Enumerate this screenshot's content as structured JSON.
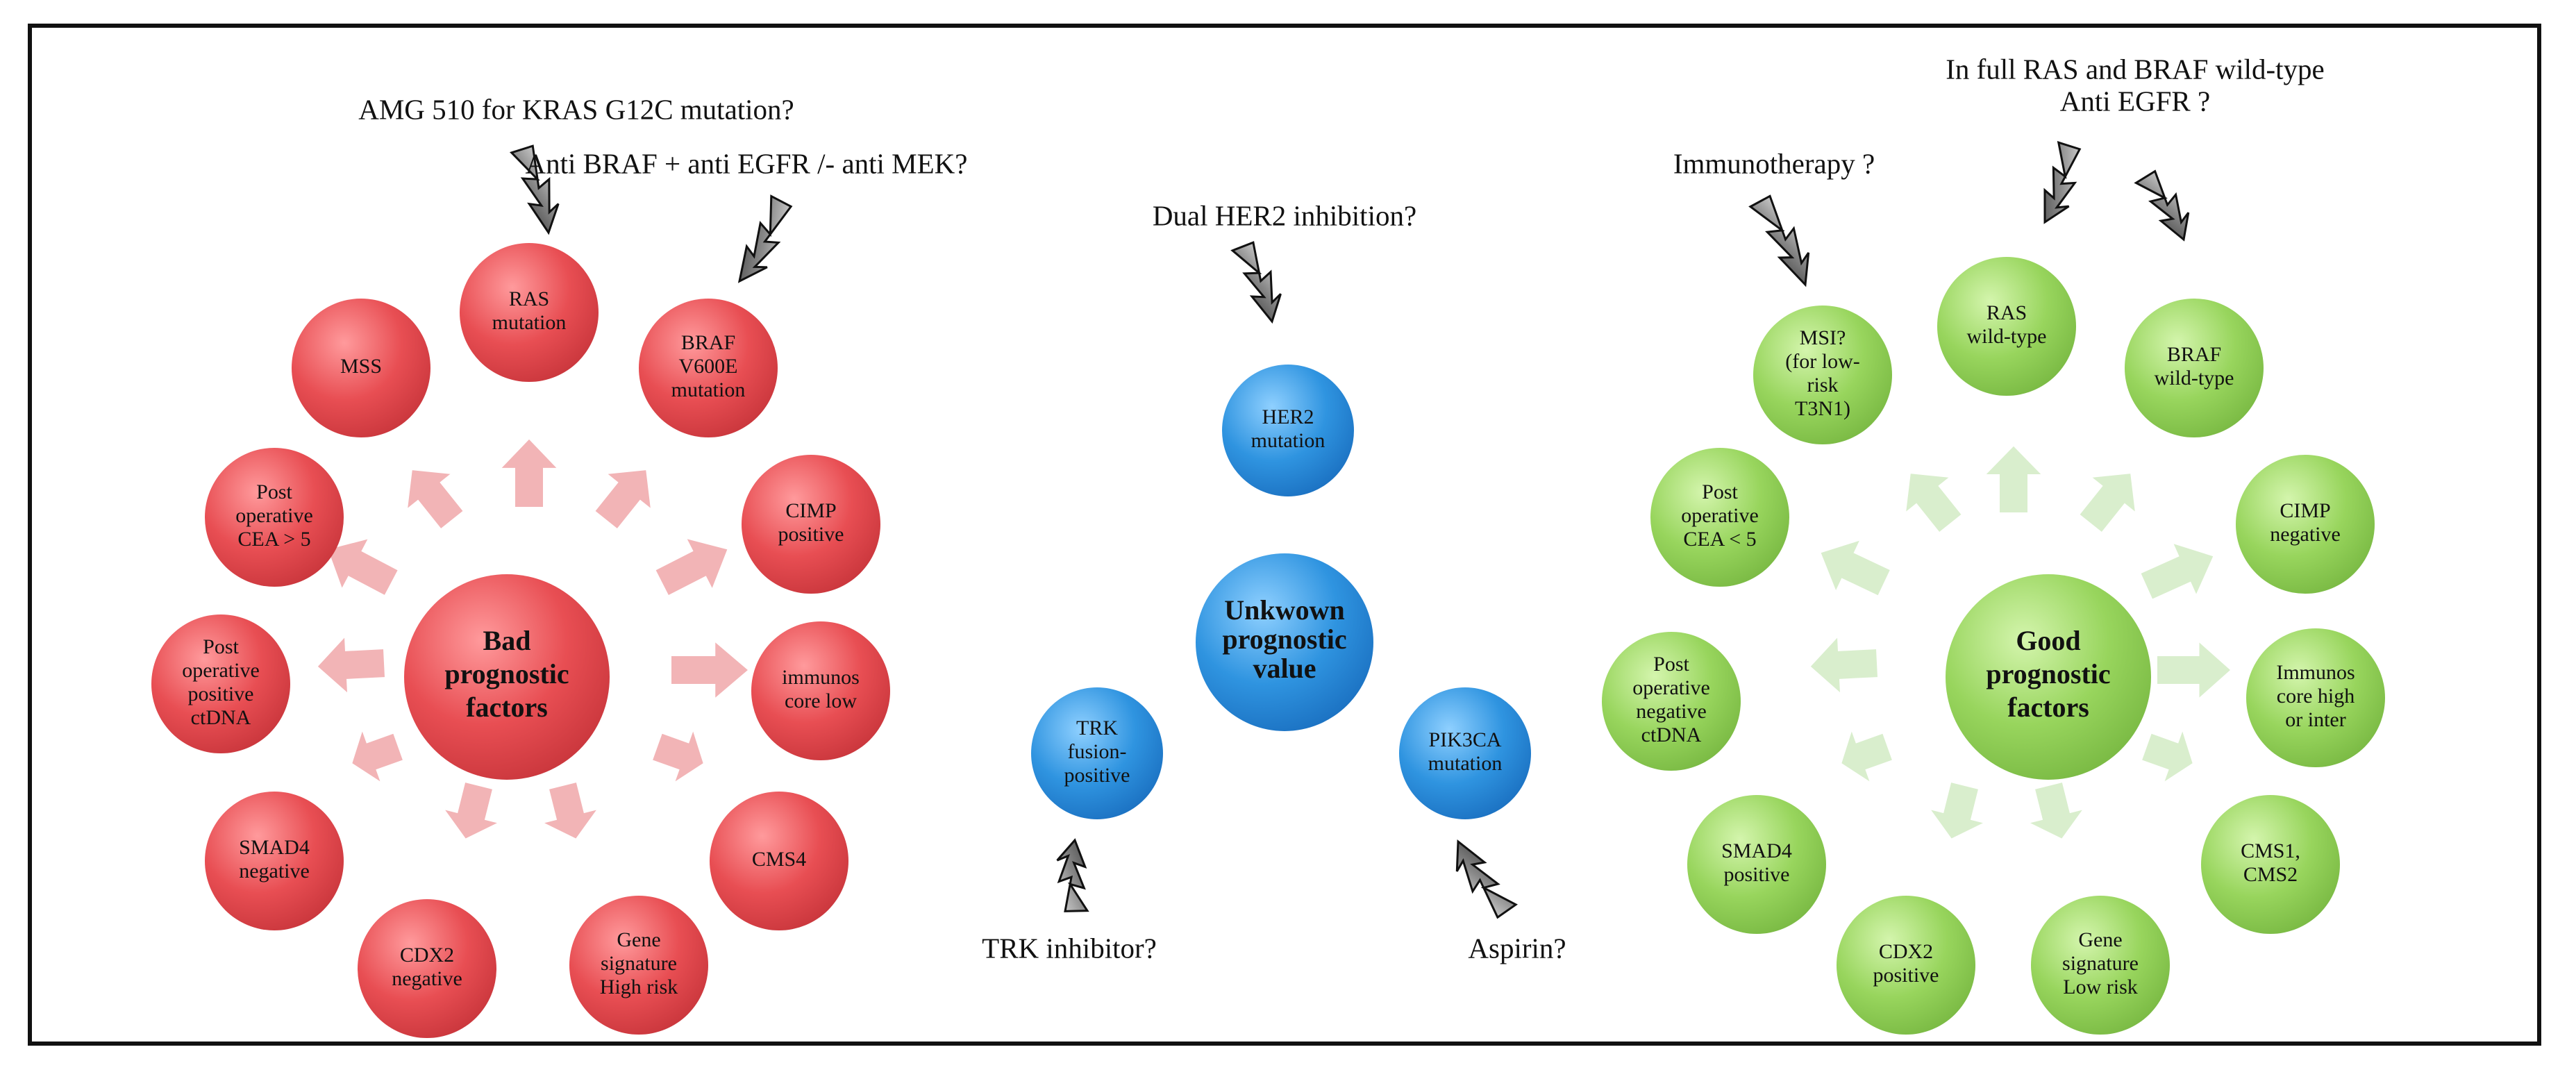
{
  "panels": {
    "bad": {
      "hub": [
        "Bad",
        "prognostic",
        "factors"
      ],
      "color": "#e0454b",
      "arrow_color": "#f2b1b3",
      "factors": [
        {
          "id": "mss",
          "lines": [
            "MSS"
          ]
        },
        {
          "id": "ras-mutation",
          "lines": [
            "RAS",
            "mutation"
          ]
        },
        {
          "id": "braf-v600e-mutation",
          "lines": [
            "BRAF",
            "V600E",
            "mutation"
          ]
        },
        {
          "id": "post-operative-cea-gt-5",
          "lines": [
            "Post",
            "operative",
            "CEA > 5"
          ]
        },
        {
          "id": "cimp-positive",
          "lines": [
            "CIMP",
            "positive"
          ]
        },
        {
          "id": "post-operative-positive-ctdna",
          "lines": [
            "Post",
            "operative",
            "positive",
            "ctDNA"
          ]
        },
        {
          "id": "immunoscore-low",
          "lines": [
            "immunos",
            "core low"
          ]
        },
        {
          "id": "smad4-negative",
          "lines": [
            "SMAD4",
            "negative"
          ]
        },
        {
          "id": "cms4",
          "lines": [
            "CMS4"
          ]
        },
        {
          "id": "cdx2-negative",
          "lines": [
            "CDX2",
            "negative"
          ]
        },
        {
          "id": "gene-signature-high-risk",
          "lines": [
            "Gene",
            "signature",
            "High risk"
          ]
        }
      ],
      "annotations": [
        {
          "id": "amg510",
          "lines": [
            "AMG 510 for KRAS G12C mutation?"
          ]
        },
        {
          "id": "anti-braf",
          "lines": [
            "Anti BRAF + anti EGFR /- anti MEK?"
          ]
        }
      ]
    },
    "unknown": {
      "hub": [
        "Unkwown",
        "prognostic",
        "value"
      ],
      "color": "#2c8fdc",
      "factors": [
        {
          "id": "her2-mutation",
          "lines": [
            "HER2",
            "mutation"
          ]
        },
        {
          "id": "trk-fusion-positive",
          "lines": [
            "TRK",
            "fusion-",
            "positive"
          ]
        },
        {
          "id": "pik3ca-mutation",
          "lines": [
            "PIK3CA",
            "mutation"
          ]
        }
      ],
      "annotations": [
        {
          "id": "dual-her2",
          "lines": [
            "Dual HER2 inhibition?"
          ]
        },
        {
          "id": "trk-inhibitor",
          "lines": [
            "TRK inhibitor?"
          ]
        },
        {
          "id": "aspirin",
          "lines": [
            "Aspirin?"
          ]
        }
      ]
    },
    "good": {
      "hub": [
        "Good",
        "prognostic",
        "factors"
      ],
      "color": "#93d156",
      "arrow_color": "#d8eecb",
      "factors": [
        {
          "id": "msi-low-risk-t3n1",
          "lines": [
            "MSI?",
            "(for low-",
            "risk",
            "T3N1)"
          ]
        },
        {
          "id": "ras-wild-type",
          "lines": [
            "RAS",
            "wild-type"
          ]
        },
        {
          "id": "braf-wild-type",
          "lines": [
            "BRAF",
            "wild-type"
          ]
        },
        {
          "id": "post-operative-cea-lt-5",
          "lines": [
            "Post",
            "operative",
            "CEA < 5"
          ]
        },
        {
          "id": "cimp-negative",
          "lines": [
            "CIMP",
            "negative"
          ]
        },
        {
          "id": "post-operative-negative-ctdna",
          "lines": [
            "Post",
            "operative",
            "negative",
            "ctDNA"
          ]
        },
        {
          "id": "immunoscore-high-or-inter",
          "lines": [
            "Immunos",
            "core high",
            "or inter"
          ]
        },
        {
          "id": "smad4-positive",
          "lines": [
            "SMAD4",
            "positive"
          ]
        },
        {
          "id": "cms1-cms2",
          "lines": [
            "CMS1,",
            "CMS2"
          ]
        },
        {
          "id": "cdx2-positive",
          "lines": [
            "CDX2",
            "positive"
          ]
        },
        {
          "id": "gene-signature-low-risk",
          "lines": [
            "Gene",
            "signature",
            "Low risk"
          ]
        }
      ],
      "annotations": [
        {
          "id": "immunotherapy",
          "lines": [
            "Immunotherapy ?"
          ]
        },
        {
          "id": "anti-egfr",
          "lines": [
            "In full RAS and BRAF wild-type",
            "Anti EGFR ?"
          ]
        }
      ]
    }
  }
}
